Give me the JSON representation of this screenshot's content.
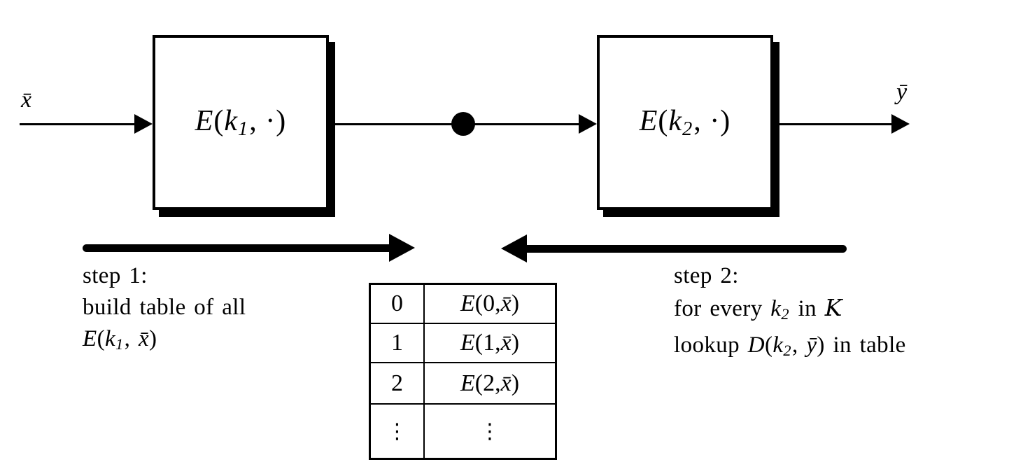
{
  "colors": {
    "ink": "#000000",
    "background": "#ffffff"
  },
  "diagram": {
    "input_label": [
      [
        "m",
        "x̄"
      ]
    ],
    "output_label": [
      [
        "m",
        "ȳ"
      ]
    ],
    "box1_label": [
      [
        "m",
        "E"
      ],
      [
        "t",
        "("
      ],
      [
        "m",
        "k"
      ],
      [
        "s",
        "1"
      ],
      [
        "t",
        ", ·)"
      ]
    ],
    "box2_label": [
      [
        "m",
        "E"
      ],
      [
        "t",
        "("
      ],
      [
        "m",
        "k"
      ],
      [
        "s",
        "2"
      ],
      [
        "t",
        ", ·)"
      ]
    ],
    "step1": {
      "lines": [
        [
          [
            "t",
            "step 1:"
          ]
        ],
        [
          [
            "t",
            "build table of all"
          ]
        ],
        [
          [
            "m",
            "E"
          ],
          [
            "t",
            "("
          ],
          [
            "m",
            "k"
          ],
          [
            "s",
            "1"
          ],
          [
            "t",
            ", "
          ],
          [
            "m",
            "x̄"
          ],
          [
            "t",
            ")"
          ]
        ]
      ]
    },
    "step2": {
      "lines": [
        [
          [
            "t",
            "step 2:"
          ]
        ],
        [
          [
            "t",
            "for every "
          ],
          [
            "m",
            "k"
          ],
          [
            "s",
            "2"
          ],
          [
            "t",
            " in "
          ],
          [
            "c",
            "K"
          ]
        ],
        [
          [
            "t",
            "lookup "
          ],
          [
            "m",
            "D"
          ],
          [
            "t",
            "("
          ],
          [
            "m",
            "k"
          ],
          [
            "s",
            "2"
          ],
          [
            "t",
            ", "
          ],
          [
            "m",
            "ȳ"
          ],
          [
            "t",
            ")"
          ],
          [
            "t",
            " in table"
          ]
        ]
      ]
    },
    "table": {
      "rows": [
        {
          "key": [
            [
              "t",
              "0"
            ]
          ],
          "value": [
            [
              "m",
              "E"
            ],
            [
              "t",
              "(0, "
            ],
            [
              "m",
              "x̄"
            ],
            [
              "t",
              ")"
            ]
          ]
        },
        {
          "key": [
            [
              "t",
              "1"
            ]
          ],
          "value": [
            [
              "m",
              "E"
            ],
            [
              "t",
              "(1, "
            ],
            [
              "m",
              "x̄"
            ],
            [
              "t",
              ")"
            ]
          ]
        },
        {
          "key": [
            [
              "t",
              "2"
            ]
          ],
          "value": [
            [
              "m",
              "E"
            ],
            [
              "t",
              "(2, "
            ],
            [
              "m",
              "x̄"
            ],
            [
              "t",
              ")"
            ]
          ]
        },
        {
          "key": [
            [
              "v",
              "⋮"
            ]
          ],
          "value": [
            [
              "v",
              "⋮"
            ]
          ]
        }
      ]
    }
  }
}
